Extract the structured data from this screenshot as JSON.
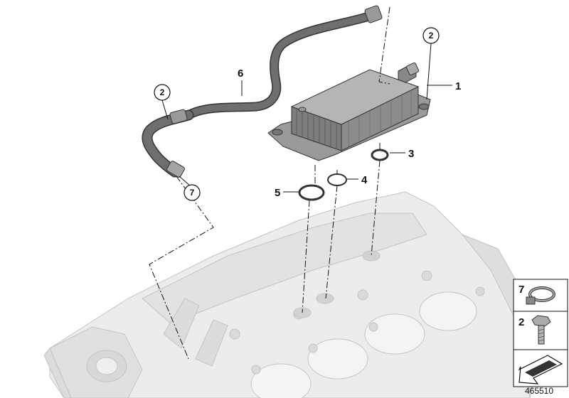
{
  "callouts": {
    "c1": "1",
    "c2a": "2",
    "c2b": "2",
    "c3": "3",
    "c4": "4",
    "c5": "5",
    "c6": "6",
    "c7": "7"
  },
  "legend": {
    "clamp_number": "7",
    "bolt_number": "2"
  },
  "diagram_id": "465510"
}
